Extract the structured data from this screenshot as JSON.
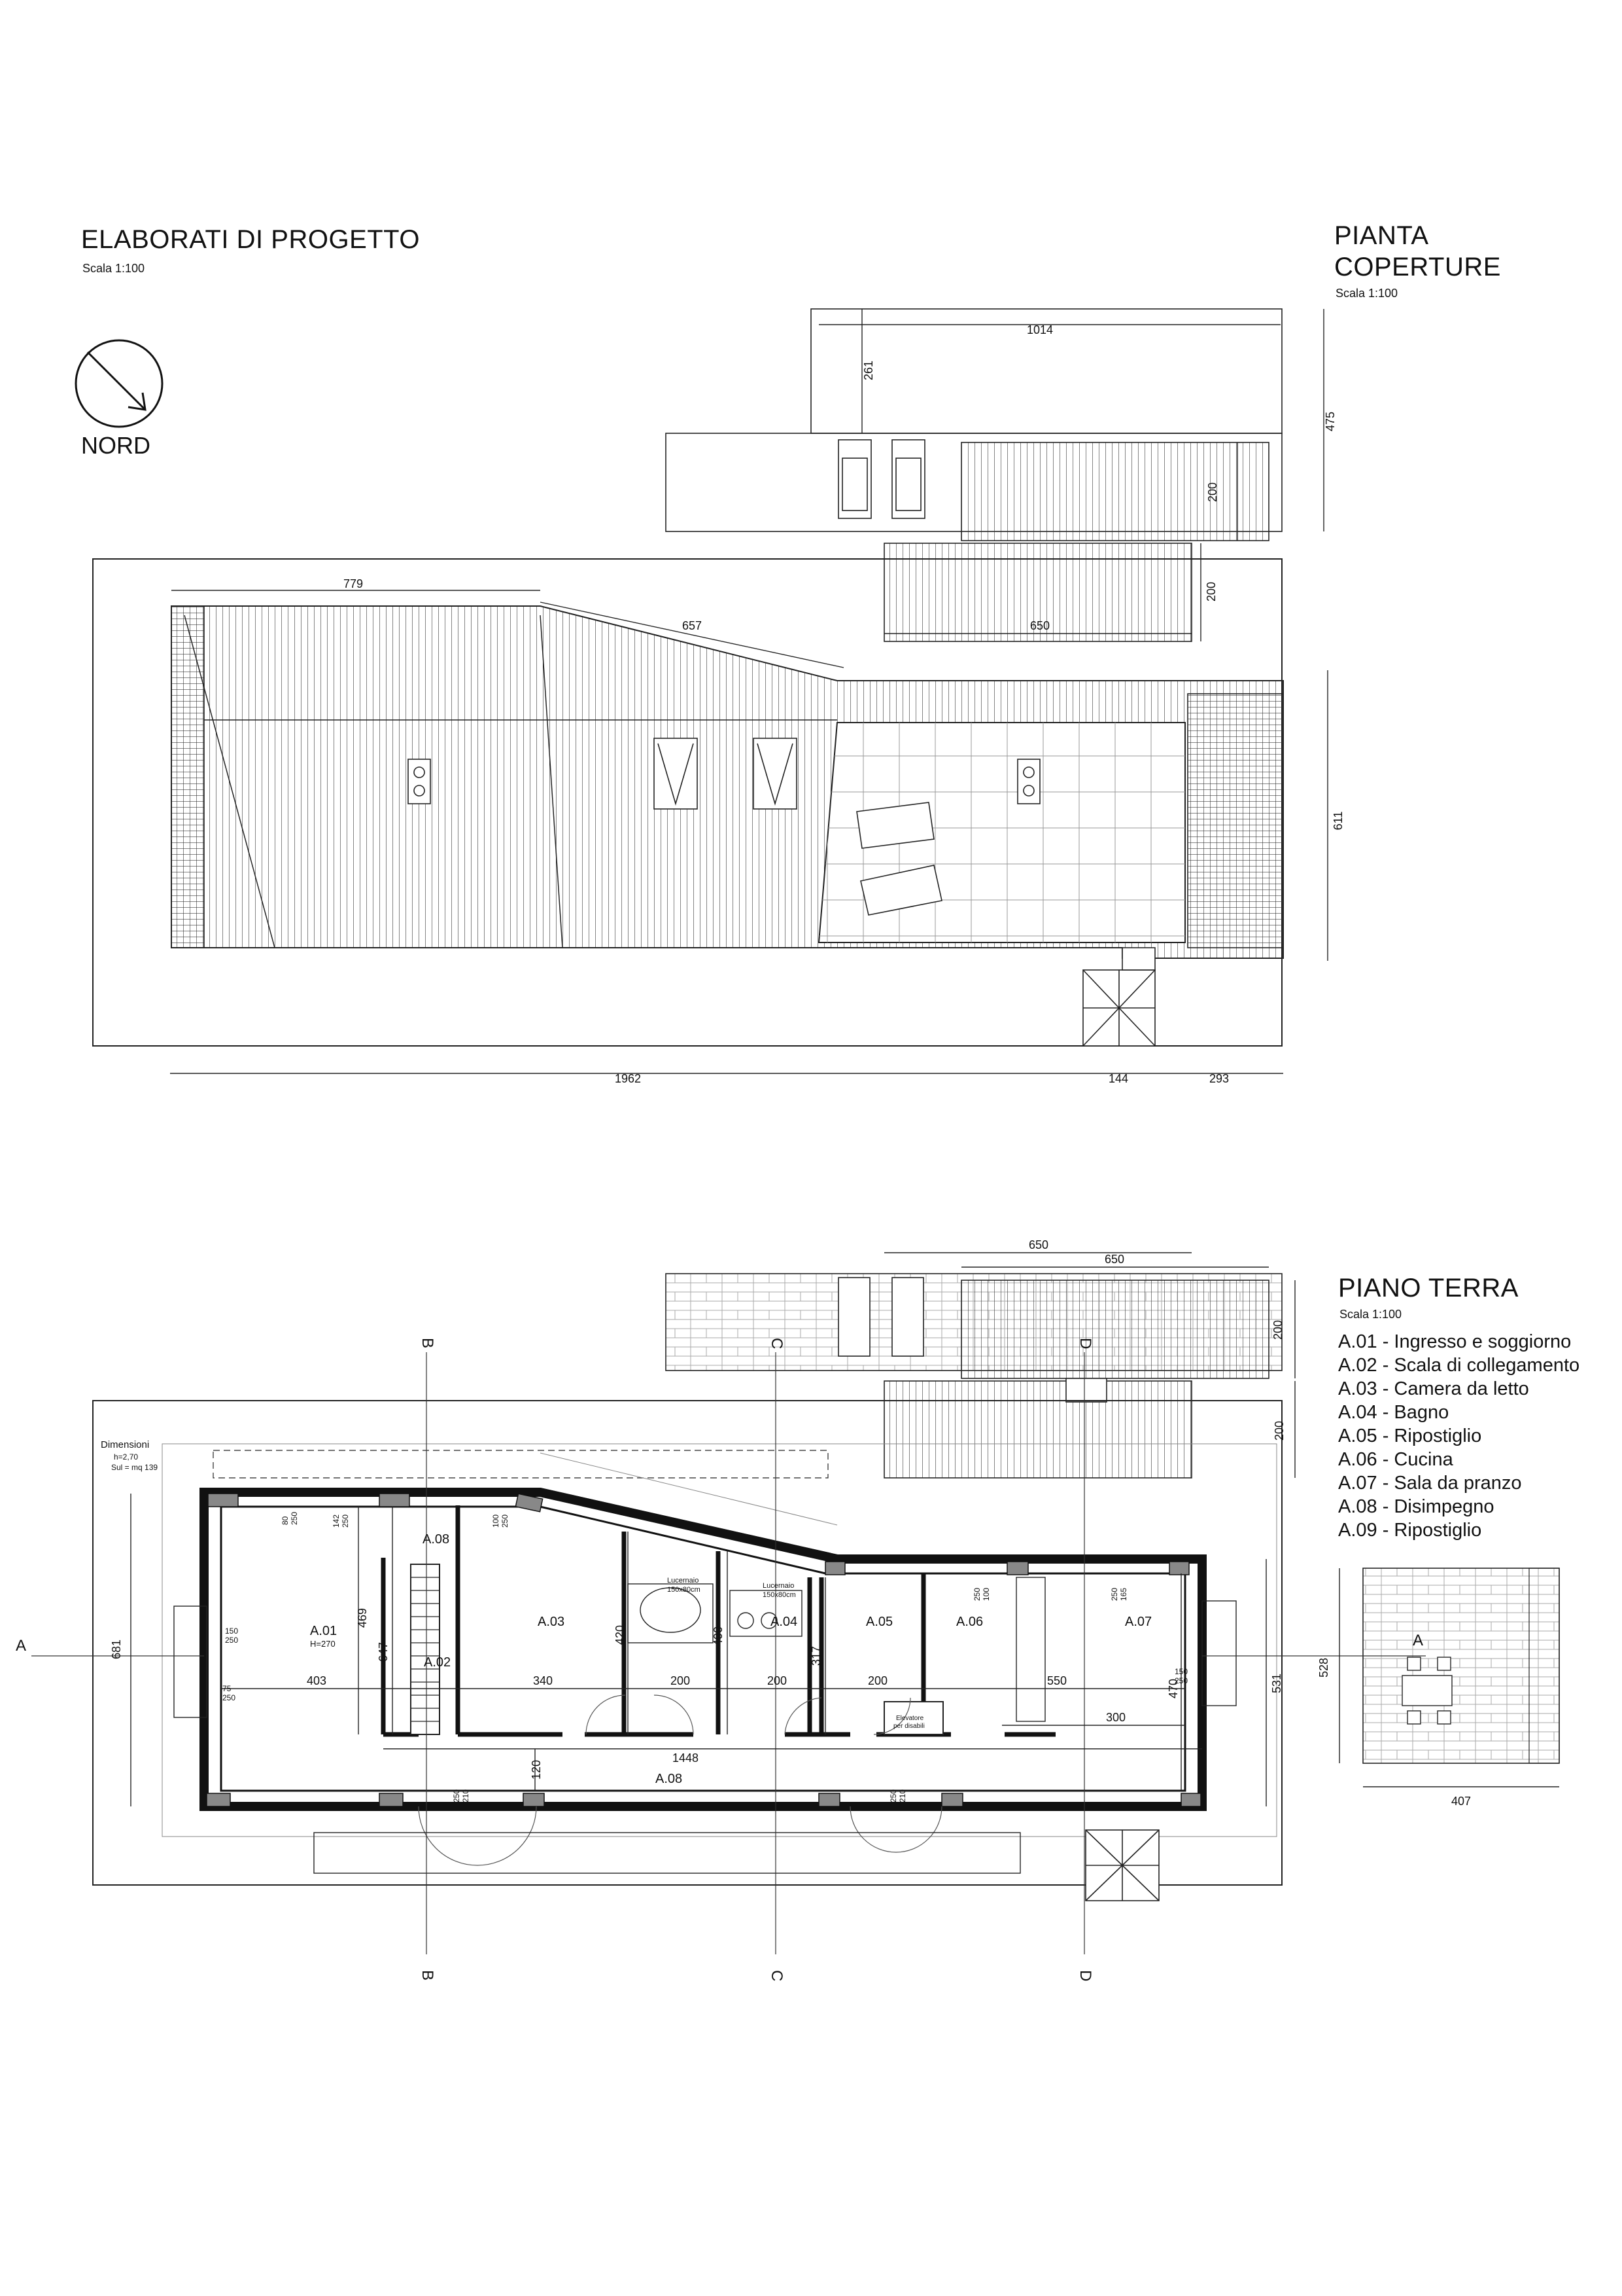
{
  "header": {
    "title": "ELABORATI DI PROGETTO",
    "scale": "Scala 1:100",
    "north_label": "NORD"
  },
  "roof_plan": {
    "title_line1": "PIANTA",
    "title_line2": "COPERTURE",
    "scale": "Scala 1:100",
    "dims": [
      "1014",
      "261",
      "475",
      "200",
      "200",
      "650",
      "779",
      "657",
      "611",
      "1962",
      "144",
      "293"
    ]
  },
  "ground_plan": {
    "title": "PIANO TERRA",
    "scale": "Scala 1:100",
    "info_title": "Dimensioni",
    "info_h": "h=2,70",
    "info_sul": "Sul = mq 139",
    "h_label": "H=270",
    "skylight_1": "Lucernaio",
    "skylight_1_size": "150x80cm",
    "skylight_2": "Lucernaio",
    "skylight_2_size": "150x80cm",
    "lift_1": "Elevatore",
    "lift_2": "per disabili",
    "section_labels": [
      "A",
      "A",
      "B",
      "B",
      "C",
      "C",
      "D",
      "D"
    ],
    "rooms": [
      "A.01",
      "A.02",
      "A.03",
      "A.04",
      "A.05",
      "A.06",
      "A.07",
      "A.08",
      "A.08"
    ],
    "dims": [
      "650",
      "650",
      "200",
      "200",
      "681",
      "531",
      "528",
      "407",
      "403",
      "340",
      "200",
      "200",
      "200",
      "550",
      "300",
      "1448",
      "469",
      "647",
      "420",
      "400",
      "317",
      "470",
      "120",
      "80",
      "250",
      "142",
      "250",
      "100",
      "250",
      "100",
      "250",
      "165",
      "250",
      "150",
      "250",
      "75",
      "250",
      "150",
      "250",
      "210",
      "250",
      "210",
      "250"
    ]
  },
  "legend": [
    "A.01 - Ingresso e soggiorno",
    "A.02 - Scala di collegamento",
    "A.03 - Camera da letto",
    "A.04 - Bagno",
    "A.05 - Ripostiglio",
    "A.06 - Cucina",
    "A.07 - Sala da pranzo",
    "A.08 - Disimpegno",
    "A.09 - Ripostiglio"
  ]
}
